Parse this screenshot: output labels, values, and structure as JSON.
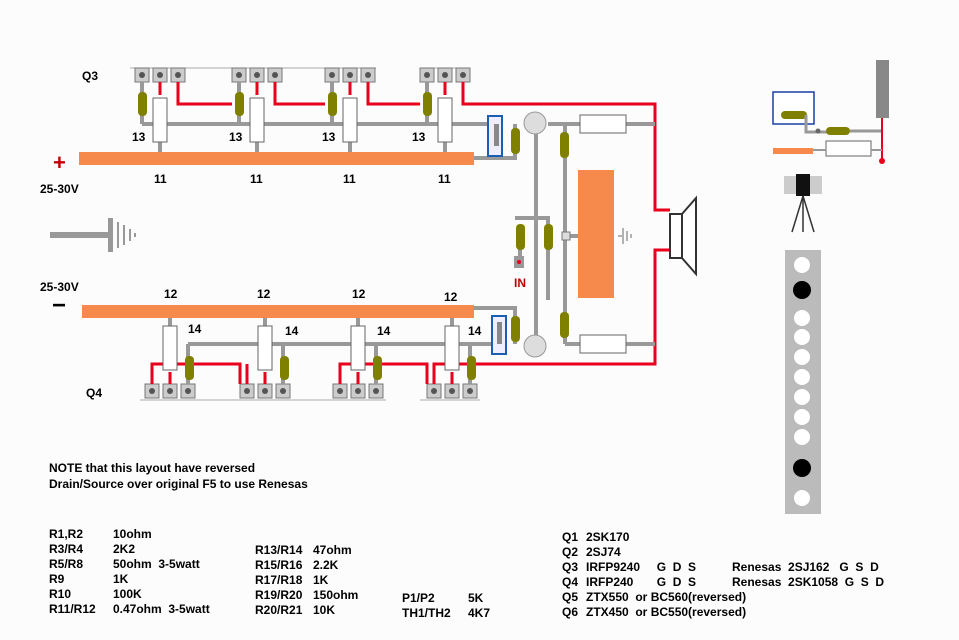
{
  "labels": {
    "q3": "Q3",
    "q4": "Q4",
    "plus_sign": "+",
    "minus_sign": "−",
    "supply_pos": "25-30V",
    "supply_neg": "25-30V",
    "input": "IN",
    "r13": "13",
    "r14": "14",
    "r11": "11",
    "r12": "12"
  },
  "note": "NOTE that this layout have reversed Drain/Source over original F5 to use Renesas",
  "bom_col1": [
    {
      "ref": "R1,R2",
      "val": "10ohm"
    },
    {
      "ref": "R3/R4",
      "val": "2K2"
    },
    {
      "ref": "R5/R8",
      "val": "50ohm  3-5watt"
    },
    {
      "ref": "R9",
      "val": "1K"
    },
    {
      "ref": "R10",
      "val": "100K"
    },
    {
      "ref": "R11/R12",
      "val": "0.47ohm  3-5watt"
    }
  ],
  "bom_col2": [
    {
      "ref": "R13/R14",
      "val": "47ohm"
    },
    {
      "ref": "R15/R16",
      "val": "2.2K"
    },
    {
      "ref": "R17/R18",
      "val": "1K"
    },
    {
      "ref": "R19/R20",
      "val": "150ohm"
    },
    {
      "ref": "R20/R21",
      "val": "10K"
    }
  ],
  "bom_col3": [
    {
      "ref": "P1/P2",
      "val": "5K"
    },
    {
      "ref": "TH1/TH2",
      "val": "4K7"
    }
  ],
  "bom_col4": [
    {
      "ref": "Q1",
      "val": "2SK170"
    },
    {
      "ref": "Q2",
      "val": "2SJ74"
    },
    {
      "ref": "Q3",
      "val": "IRFP9240     G  D  S",
      "extra": "Renesas  2SJ162   G  S  D"
    },
    {
      "ref": "Q4",
      "val": "IRFP240       G  D  S",
      "extra": "Renesas  2SK1058  G  S  D"
    },
    {
      "ref": "Q5",
      "val": "ZTX550  or BC560(reversed)"
    },
    {
      "ref": "Q6",
      "val": "ZTX450  or BC550(reversed)"
    }
  ],
  "colors": {
    "wire": "#999999",
    "trace_red": "#e8001c",
    "rail": "#f58a4c",
    "resistor": "#808000",
    "highlight": "#1a5fb4",
    "heatsink": "#bbbbbb"
  }
}
